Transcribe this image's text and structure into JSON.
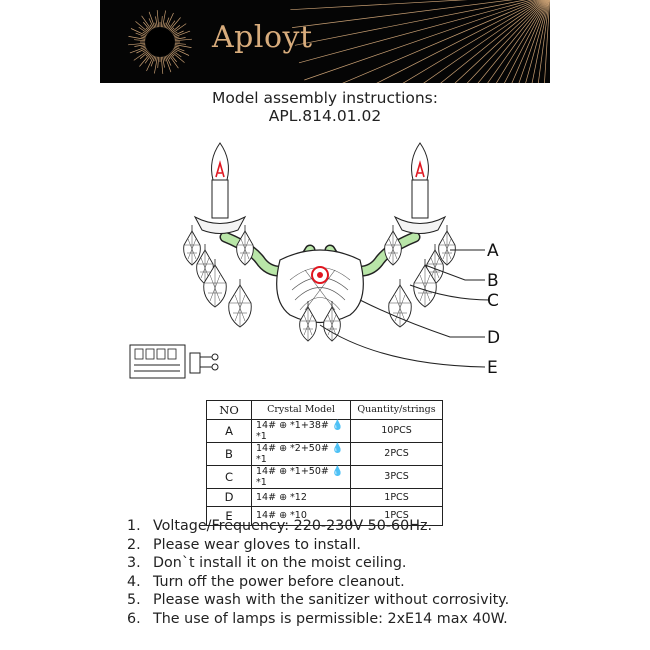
{
  "brand": {
    "name": "Aployt"
  },
  "heading": {
    "line1": "Model assembly instructions:",
    "line2": "APL.814.01.02"
  },
  "diagram_labels": [
    "A",
    "B",
    "C",
    "D",
    "E"
  ],
  "table": {
    "headers": [
      "NO",
      "Crystal     Model",
      "Quantity/strings"
    ],
    "rows": [
      {
        "no": "A",
        "model_a": "14# ⊕ *1+38#",
        "model_b": "*1",
        "qty": "10PCS"
      },
      {
        "no": "B",
        "model_a": "14# ⊕ *2+50#",
        "model_b": "*1",
        "qty": "2PCS"
      },
      {
        "no": "C",
        "model_a": "14# ⊕ *1+50#",
        "model_b": "*1",
        "qty": "3PCS"
      },
      {
        "no": "D",
        "model_a": "14# ⊕ *12",
        "model_b": "",
        "qty": "1PCS"
      },
      {
        "no": "E",
        "model_a": "14# ⊕ *10",
        "model_b": "",
        "qty": "1PCS"
      }
    ]
  },
  "instructions": [
    {
      "num": "1.",
      "text": "Voltage/Frequency: 220-230V 50-60Hz."
    },
    {
      "num": "2.",
      "text": "Please wear gloves to install."
    },
    {
      "num": "3.",
      "text": "Don`t install it on the moist ceiling."
    },
    {
      "num": "4.",
      "text": "Turn off the power before cleanout."
    },
    {
      "num": "5.",
      "text": "Please wash with the sanitizer without corrosivity."
    },
    {
      "num": "6.",
      "text": "The use of lamps is permissible: 2xE14 max 40W."
    }
  ],
  "colors": {
    "banner": "#050505",
    "gold": "#d8ac7c",
    "arm_green": "#b9e6a8",
    "flame_red": "#e0151f"
  }
}
